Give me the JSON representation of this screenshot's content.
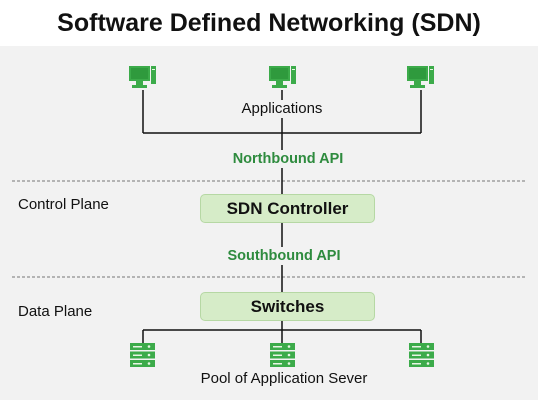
{
  "title": "Software Defined Networking (SDN)",
  "applications_label": "Applications",
  "northbound_label": "Northbound API",
  "control_plane_label": "Control Plane",
  "controller_label": "SDN Controller",
  "southbound_label": "Southbound API",
  "data_plane_label": "Data Plane",
  "switches_label": "Switches",
  "servers_label": "Pool of Application Sever",
  "colors": {
    "accent_green": "#2e8b3e",
    "box_fill": "#d6ecc8",
    "icon_green": "#3cab4a"
  }
}
